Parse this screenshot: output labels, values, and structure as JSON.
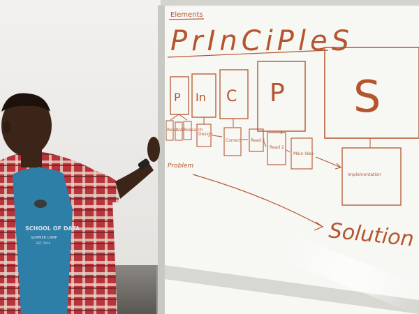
{
  "whiteboard": {
    "header_small": "Elements",
    "title_word": "PrInCiPleS",
    "big_letters": [
      "P",
      "In",
      "C",
      "P",
      "S"
    ],
    "box_labels": [
      "Read",
      "Ask",
      "Research",
      "Design",
      "Correct",
      "Read 1",
      "Read 2",
      "Main Idea",
      "Implementation"
    ],
    "problem_label": "Problem",
    "solution_label": "Solution"
  },
  "shirt": {
    "line1": "SCHOOL OF DATA",
    "line2": "SUMMER CAMP",
    "line3": "EST. 2014"
  },
  "colors": {
    "marker": "#b4552d",
    "board": "#f7f7f4",
    "frame": "#c9c9c4",
    "shirt_teal": "#2e7fa8",
    "plaid_red": "#b8343a"
  }
}
